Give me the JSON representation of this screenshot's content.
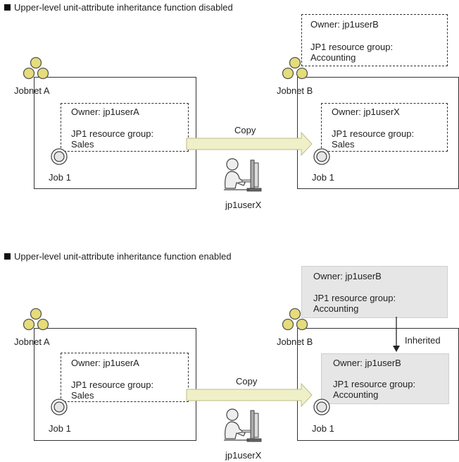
{
  "section1": {
    "title": "Upper-level unit-attribute inheritance function disabled",
    "jobnet_a": "Jobnet A",
    "jobnet_b": "Jobnet B",
    "job_a": "Job 1",
    "job_b": "Job 1",
    "copy_label": "Copy",
    "user": "jp1userX",
    "a_owner": "Owner: jp1userA",
    "a_group_label": "JP1 resource group:",
    "a_group": "Sales",
    "top_owner": "Owner: jp1userB",
    "top_group_label": "JP1 resource group:",
    "top_group": "Accounting",
    "b_owner": "Owner: jp1userX",
    "b_group_label": "JP1 resource group:",
    "b_group": "Sales"
  },
  "section2": {
    "title": "Upper-level unit-attribute inheritance function enabled",
    "jobnet_a": "Jobnet A",
    "jobnet_b": "Jobnet B",
    "job_a": "Job 1",
    "job_b": "Job 1",
    "copy_label": "Copy",
    "user": "jp1userX",
    "inherited_label": "Inherited",
    "a_owner": "Owner: jp1userA",
    "a_group_label": "JP1 resource group:",
    "a_group": "Sales",
    "top_owner": "Owner: jp1userB",
    "top_group_label": "JP1 resource group:",
    "top_group": "Accounting",
    "b_owner": "Owner: jp1userB",
    "b_group_label": "JP1 resource group:",
    "b_group": "Accounting"
  },
  "colors": {
    "jobnet_fill": "#e5dc7a",
    "arrow_fill": "#f0f0c8",
    "inherited_fill": "#e6e6e6"
  }
}
